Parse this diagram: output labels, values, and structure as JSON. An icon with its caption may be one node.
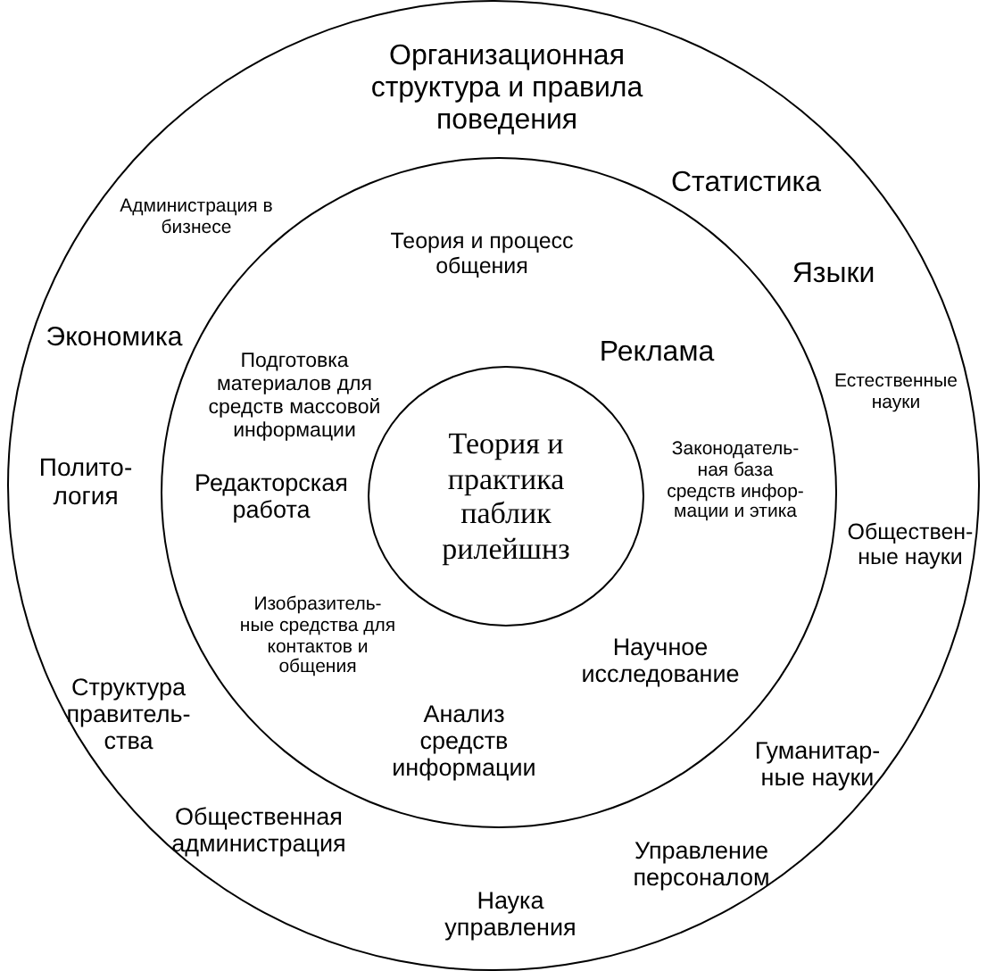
{
  "diagram": {
    "nodes": [
      {
        "text": [],
        "shape": "circle"
      },
      {
        "text": [],
        "shape": "circle",
        "in": 0
      },
      {
        "text": [
          "Теория и практика паблик рилейшнз"
        ],
        "in": 1
      }
    ],
    "labels": [
      "Организационная структура и правила поведения",
      "Статистика",
      "Администрация в бизнесе",
      "Теория и процесс общения",
      "Языки",
      "Экономика",
      "Реклама",
      "Естественные науки",
      "Подготовка материалов для средств массовой информации",
      "Полито- логия",
      "Законодатель- ная база средств инфор- мации и этика",
      "Редакторская работа",
      "Обществен- ные науки",
      "Изобразитель- ные средства для контактов и общения",
      "Научное исследование",
      "Структура правитель- ства",
      "Анализ средств информации",
      "Гуманитар- ные науки",
      "Общественная администрация",
      "Управление персоналом",
      "Наука управления"
    ]
  }
}
